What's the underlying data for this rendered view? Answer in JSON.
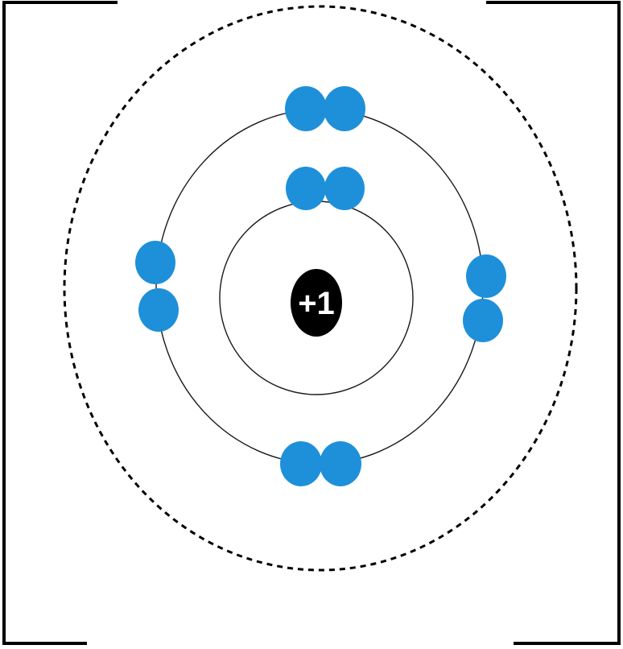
{
  "nucleus": {
    "charge_label": "+1"
  },
  "colors": {
    "electron": "#1e90d9",
    "nucleus": "#000000",
    "bracket": "#000000",
    "shell": "#1a1a1a",
    "background": "#ffffff"
  },
  "shells": [
    {
      "shell": 1,
      "electron_count": 2
    },
    {
      "shell": 2,
      "electron_count": 8
    }
  ],
  "outer_boundary": {
    "style": "dashed"
  }
}
